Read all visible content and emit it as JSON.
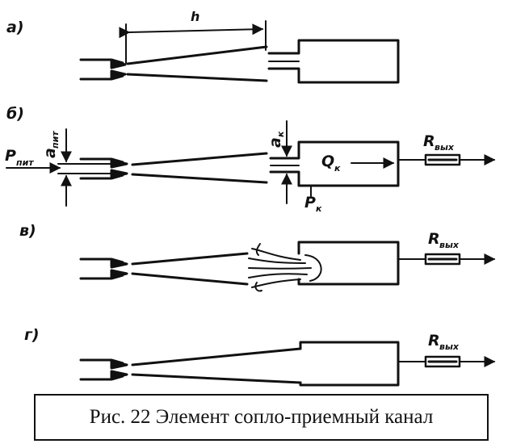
{
  "diagram": {
    "panels": [
      {
        "id": "a",
        "letter": "а)"
      },
      {
        "id": "b",
        "letter": "б)"
      },
      {
        "id": "v",
        "letter": "в)"
      },
      {
        "id": "g",
        "letter": "г)"
      }
    ],
    "labels": {
      "h": "h",
      "p_pit_main": "P",
      "p_pit_sub": "пит",
      "a_pit_main": "a",
      "a_pit_sub": "пит",
      "a_k_main": "a",
      "a_k_sub": "к",
      "q_k_main": "Q",
      "q_k_sub": "к",
      "p_k_main": "P",
      "p_k_sub": "к",
      "r_main": "R",
      "r_sub": "вых"
    },
    "colors": {
      "ink": "#111111",
      "background": "#ffffff"
    }
  },
  "caption": "Рис. 22  Элемент сопло-приемный канал"
}
